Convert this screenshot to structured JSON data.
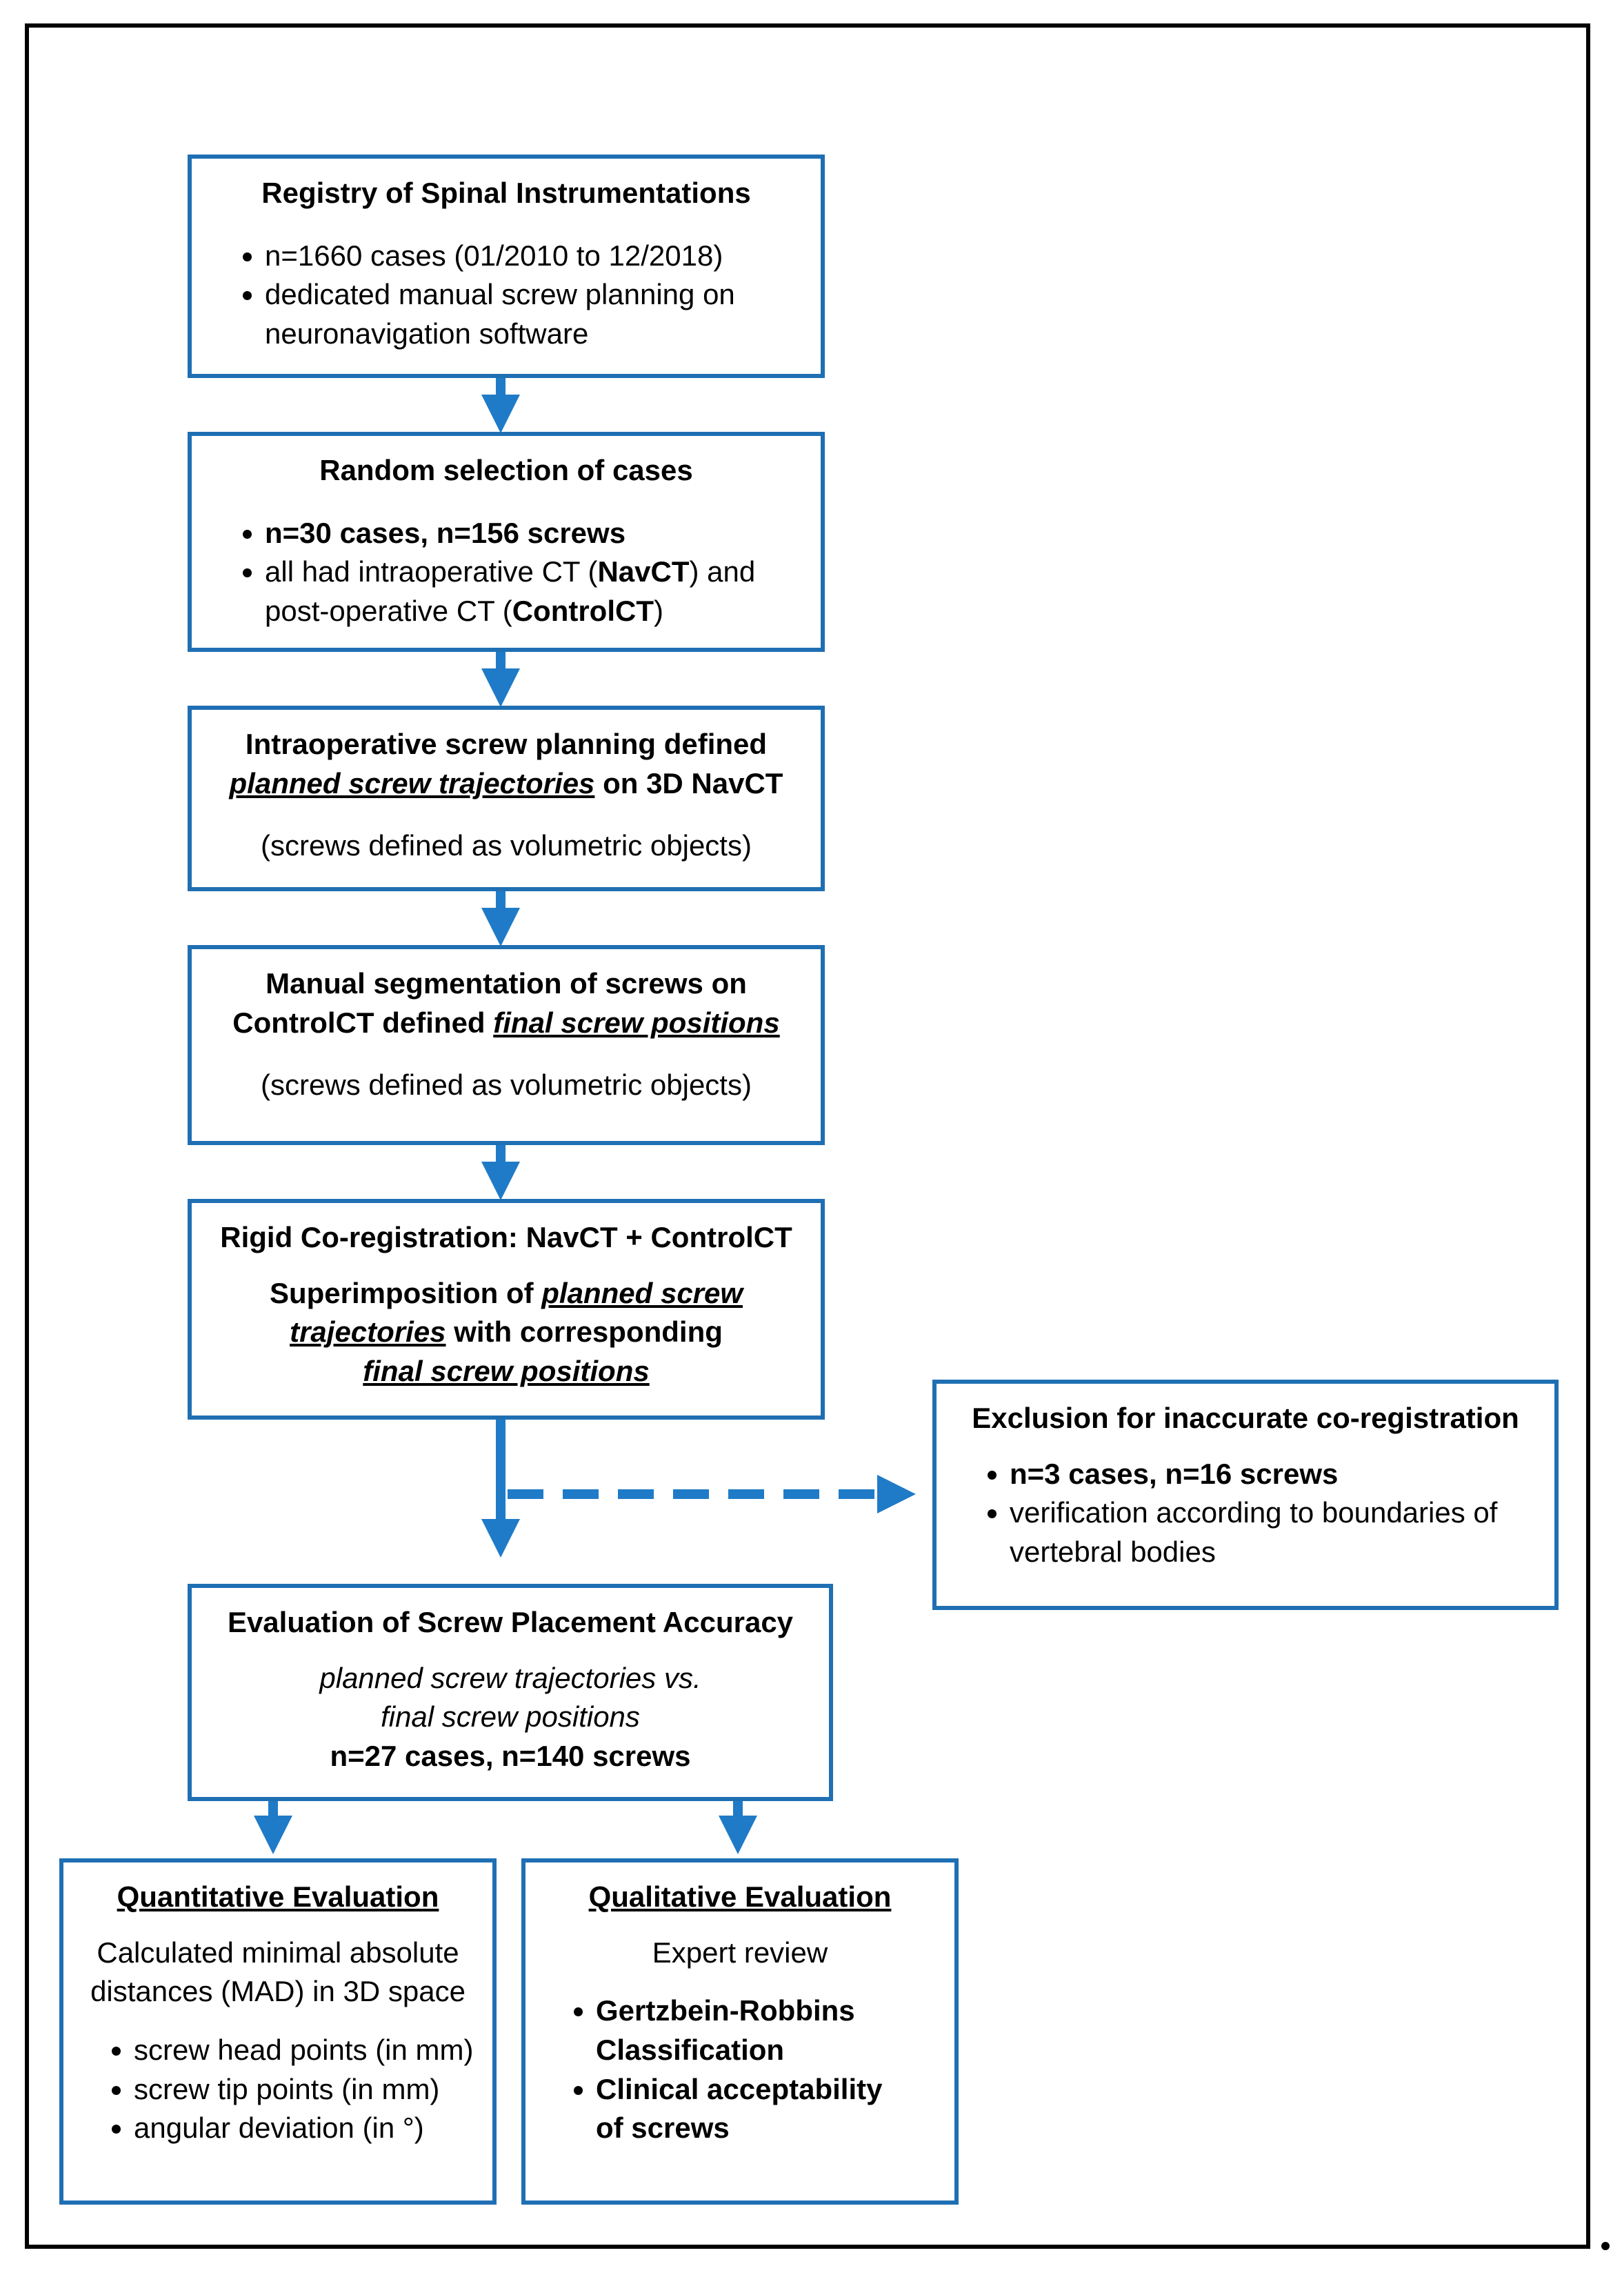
{
  "registry": {
    "title": "Registry of Spinal Instrumentations",
    "bullets": [
      "n=1660 cases (01/2010 to 12/2018)",
      "dedicated manual screw planning on neuronavigation software"
    ]
  },
  "random": {
    "title": "Random selection of cases",
    "bullet1": "n=30 cases, n=156 screws",
    "bullet2_a": "all had intraoperative CT (",
    "bullet2_b": "NavCT",
    "bullet2_c": ") and post-operative CT (",
    "bullet2_d": "ControlCT",
    "bullet2_e": ")"
  },
  "intraop": {
    "line1": "Intraoperative screw planning defined",
    "line2_em": "planned screw trajectories",
    "line2_rest": " on 3D NavCT",
    "note": "(screws defined as volumetric objects)"
  },
  "manual": {
    "line1": "Manual segmentation of screws on",
    "line2_a": "ControlCT defined ",
    "line2_em": "final screw positions",
    "note": "(screws defined as volumetric objects)"
  },
  "rigid": {
    "title": "Rigid Co-registration: NavCT + ControlCT",
    "line_a": "Superimposition of ",
    "em1": "planned screw",
    "em2": "trajectories",
    "line_b": " with corresponding",
    "em3": "final screw positions"
  },
  "exclusion": {
    "title": "Exclusion for inaccurate co-registration",
    "bullet1": "n=3 cases,  n=16 screws",
    "bullet2": "verification according to boundaries of vertebral bodies"
  },
  "evaluation": {
    "title": "Evaluation of Screw Placement Accuracy",
    "italic1": "planned screw trajectories vs.",
    "italic2": "final screw positions",
    "counts": "n=27 cases, n=140 screws"
  },
  "quantitative": {
    "title": "Quantitative Evaluation",
    "desc": "Calculated minimal absolute distances (MAD) in 3D space",
    "bullets": [
      "screw head points (in mm)",
      "screw tip points (in mm)",
      "angular deviation (in °)"
    ]
  },
  "qualitative": {
    "title": "Qualitative Evaluation",
    "desc": "Expert review",
    "bullets": [
      "Gertzbein-Robbins Classification",
      "Clinical acceptability of screws"
    ]
  },
  "colors": {
    "box_border": "#1f6fb3",
    "arrow": "#1f7bc8"
  }
}
